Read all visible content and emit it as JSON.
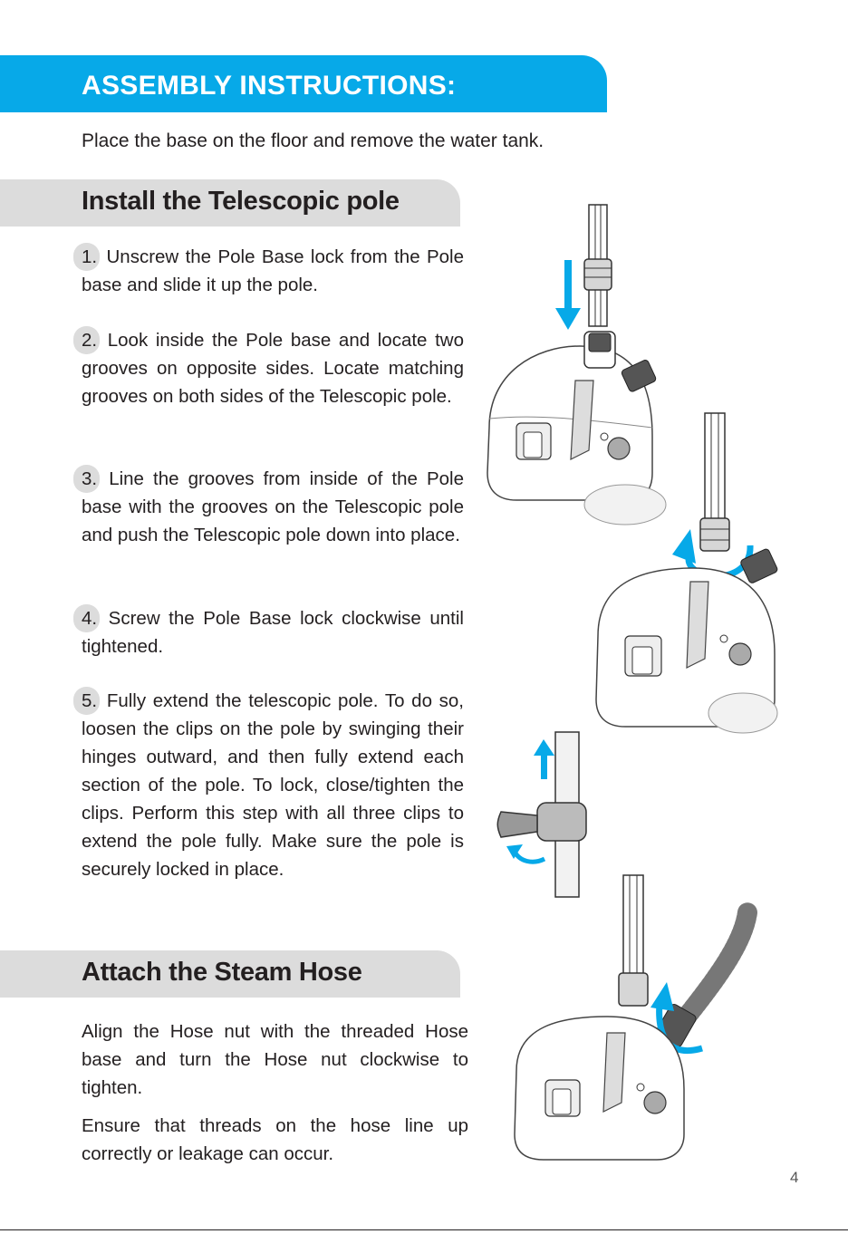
{
  "header": {
    "title": "ASSEMBLY INSTRUCTIONS:"
  },
  "intro": "Place the base on the floor and remove the water tank.",
  "sections": [
    {
      "title": "Install the Telescopic pole",
      "steps": [
        {
          "num": "1.",
          "text": "Unscrew the Pole Base lock from the Pole base and slide it up the pole."
        },
        {
          "num": "2.",
          "text": "Look inside the Pole base and locate two grooves on opposite sides. Locate matching grooves on both sides of the Telescopic pole."
        },
        {
          "num": "3.",
          "text": "Line the grooves from inside of the Pole base with the grooves on the Tele­scopic pole and push the Telescopic pole down into place."
        },
        {
          "num": "4.",
          "text": "Screw the Pole Base lock clockwise until tightened."
        },
        {
          "num": "5.",
          "text": "Fully extend the telescopic pole. To do so, loosen the clips on the pole by swing­ing their hinges outward, and then fully extend each section of the pole. To lock, close/tighten the clips. Perform this step with all three clips to extend the pole fully. Make sure the pole is securely locked in place."
        }
      ]
    },
    {
      "title": "Attach the Steam Hose",
      "paragraphs": [
        "Align the Hose nut with the threaded Hose base and turn the Hose nut clock­wise to tighten.",
        "Ensure that threads on the hose line up correctly or leakage can occur."
      ]
    }
  ],
  "page_number": "4",
  "colors": {
    "accent": "#07a9e8",
    "section_bar": "#dcdcdc",
    "text": "#231f20"
  }
}
